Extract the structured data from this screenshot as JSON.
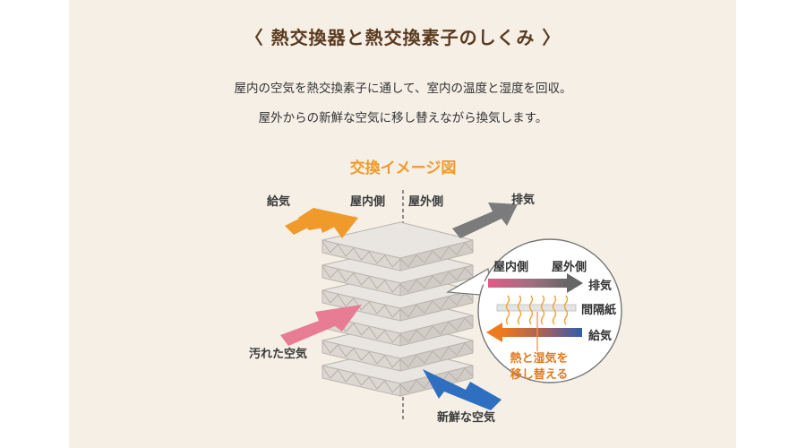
{
  "header": {
    "title": "〈 熱交換器と熱交換素子のしくみ 〉",
    "line1": "屋内の空気を熱交換素子に通して、室内の温度と湿度を回収。",
    "line2": "屋外からの新鮮な空気に移し替えながら換気します。"
  },
  "diagram": {
    "title": "交換イメージ図",
    "supply_label": "給気",
    "indoor_label": "屋内側",
    "outdoor_label": "屋外側",
    "exhaust_label": "排気",
    "dirty_air_label": "汚れた空気",
    "fresh_air_label": "新鮮な空気",
    "colors": {
      "supply_orange": "#ef9a2a",
      "exhaust_gray": "#7a7a7a",
      "dirty_pink": "#e87c95",
      "fresh_blue": "#2f6fc0",
      "accent_orange": "#e07a20"
    }
  },
  "zoom": {
    "indoor_label": "屋内側",
    "outdoor_label": "屋外側",
    "exhaust_label": "排気",
    "partition_label": "間隔紙",
    "supply_label": "給気",
    "note": "熱と湿気を\n移し替える"
  }
}
